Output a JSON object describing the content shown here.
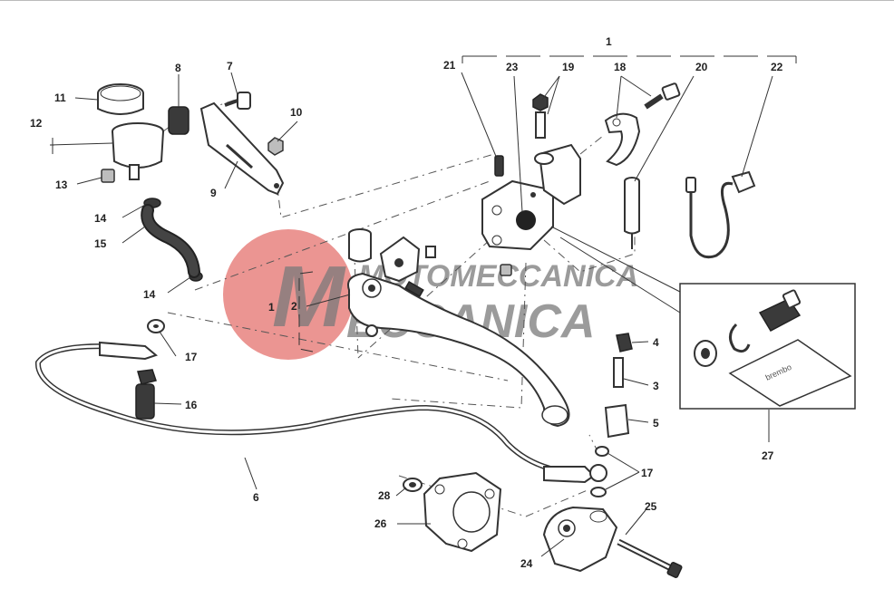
{
  "watermark": {
    "line1": "MOTOMECCANICA",
    "line2": "ECCANICA",
    "prefix": "M",
    "accent_color": "#e8827f",
    "text_color": "#7a7a7a"
  },
  "callouts": {
    "c1_top": "1",
    "c1_left": "1",
    "c2": "2",
    "c3": "3",
    "c4": "4",
    "c5": "5",
    "c6": "6",
    "c7": "7",
    "c8": "8",
    "c9": "9",
    "c10": "10",
    "c11": "11",
    "c12": "12",
    "c13": "13",
    "c14_a": "14",
    "c14_b": "14",
    "c15": "15",
    "c16": "16",
    "c17_a": "17",
    "c17_b": "17",
    "c18": "18",
    "c19": "19",
    "c20": "20",
    "c21": "21",
    "c22": "22",
    "c23": "23",
    "c24": "24",
    "c25": "25",
    "c26": "26",
    "c27": "27",
    "c28": "28"
  },
  "kit_box": {
    "card_brand": "brembo"
  }
}
